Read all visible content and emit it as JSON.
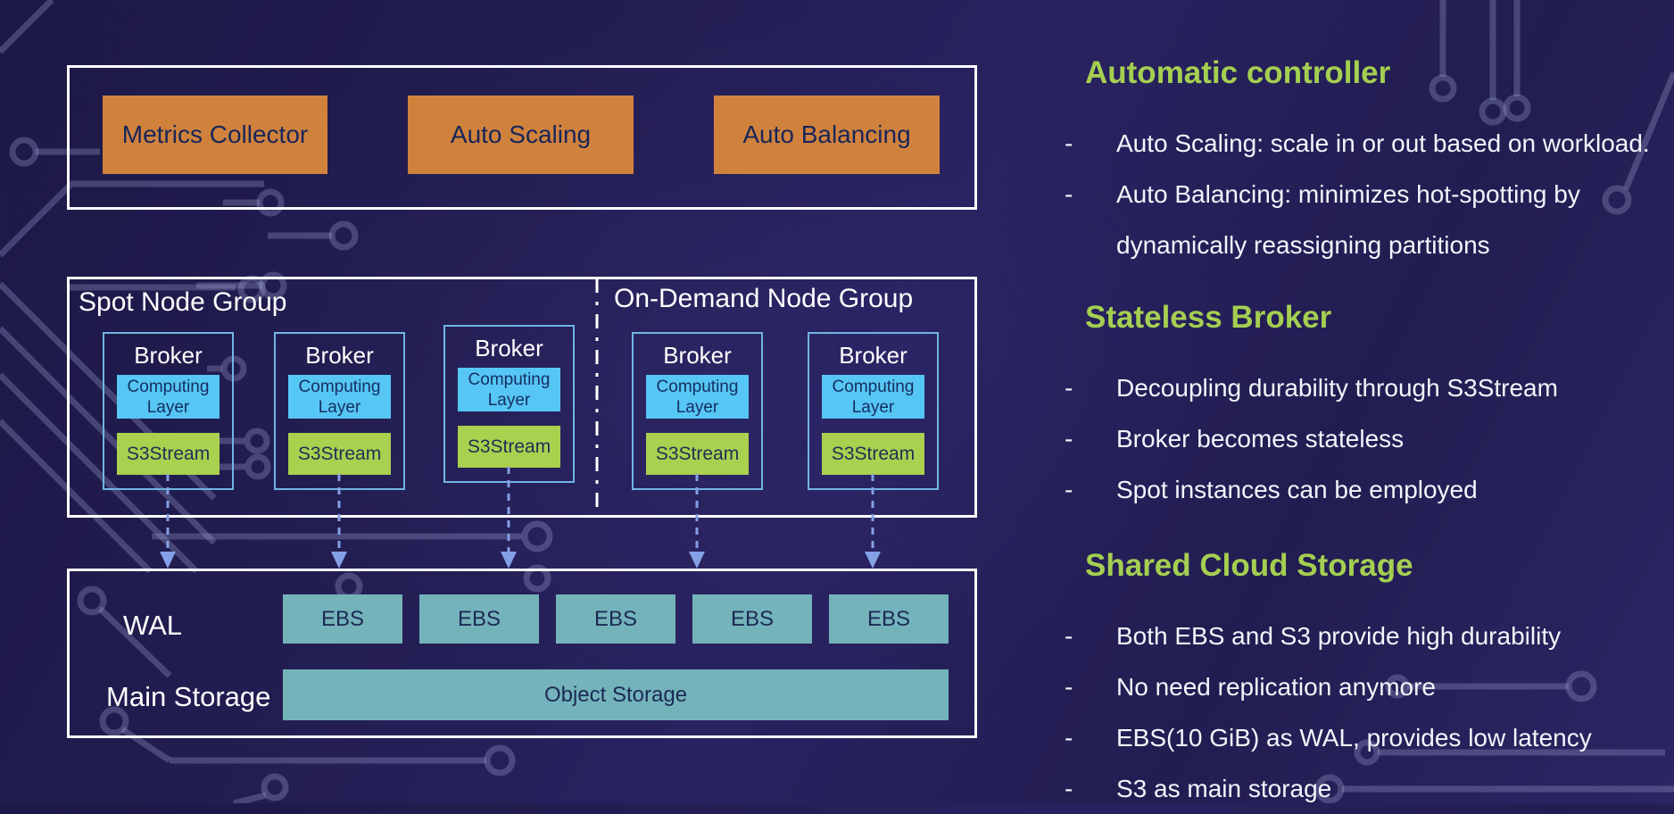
{
  "colors": {
    "background": "#231e56",
    "panel_border": "#ffffff",
    "controller_box_orange": "#d0823d",
    "computing_layer_blue": "#56c6f5",
    "s3stream_green": "#a9d04f",
    "storage_teal": "#74b3ba",
    "heading_green": "#a5cf51",
    "arrow_periwinkle": "#84a0e6",
    "broker_border_blue": "#6fb6e3",
    "circuit_trace": "#a2a8d6"
  },
  "diagram": {
    "controller_group": {
      "boxes": [
        {
          "label": "Metrics Collector"
        },
        {
          "label": "Auto Scaling"
        },
        {
          "label": "Auto Balancing"
        }
      ]
    },
    "node_groups": {
      "spot_label": "Spot Node Group",
      "ondemand_label": "On-Demand Node Group",
      "brokers": [
        {
          "title": "Broker",
          "computing_label": "Computing Layer",
          "stream_label": "S3Stream"
        },
        {
          "title": "Broker",
          "computing_label": "Computing Layer",
          "stream_label": "S3Stream"
        },
        {
          "title": "Broker",
          "computing_label": "Computing Layer",
          "stream_label": "S3Stream"
        },
        {
          "title": "Broker",
          "computing_label": "Computing Layer",
          "stream_label": "S3Stream"
        },
        {
          "title": "Broker",
          "computing_label": "Computing Layer",
          "stream_label": "S3Stream"
        }
      ]
    },
    "storage_group": {
      "wal_label": "WAL",
      "main_storage_label": "Main Storage",
      "object_storage_label": "Object Storage",
      "ebs": [
        {
          "label": "EBS"
        },
        {
          "label": "EBS"
        },
        {
          "label": "EBS"
        },
        {
          "label": "EBS"
        },
        {
          "label": "EBS"
        }
      ]
    }
  },
  "bullet_marker": "-",
  "notes": [
    {
      "heading": "Automatic controller",
      "bullets": [
        "Auto Scaling: scale in or out based on workload.",
        "Auto Balancing: minimizes hot-spotting by dynamically reassigning partitions"
      ]
    },
    {
      "heading": "Stateless Broker",
      "bullets": [
        "Decoupling durability through S3Stream",
        "Broker becomes stateless",
        "Spot instances can be employed"
      ]
    },
    {
      "heading": "Shared Cloud Storage",
      "bullets": [
        "Both EBS and S3 provide high durability",
        "No need replication anymore",
        "EBS(10 GiB) as WAL, provides low latency",
        "S3 as main storage"
      ]
    }
  ]
}
